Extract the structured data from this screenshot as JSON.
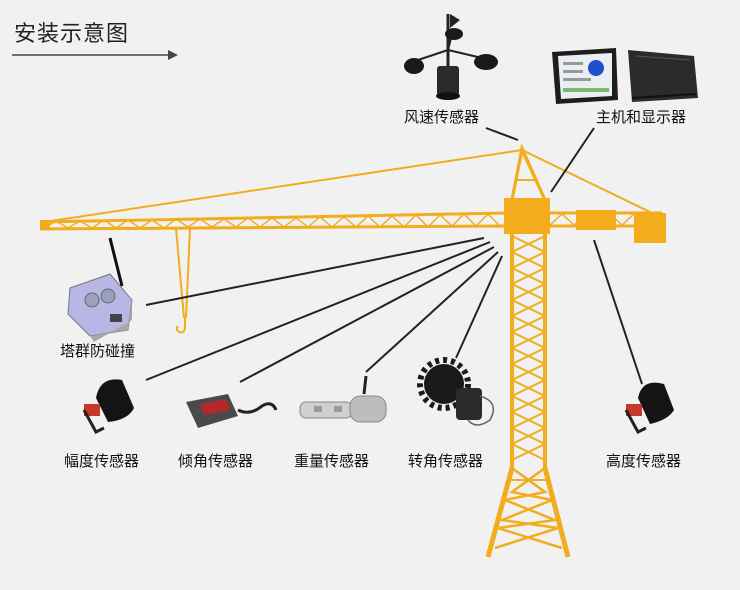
{
  "title": "安装示意图",
  "labels": {
    "wind": "风速传感器",
    "host": "主机和显示器",
    "anticollision": "塔群防碰撞",
    "amplitude": "幅度传感器",
    "tilt": "倾角传感器",
    "weight": "重量传感器",
    "rotation": "转角传感器",
    "height": "高度传感器"
  },
  "colors": {
    "crane": "#f2ac1c",
    "crane_dark": "#d99410",
    "leader": "#222222",
    "background": "#f1f1f1"
  }
}
